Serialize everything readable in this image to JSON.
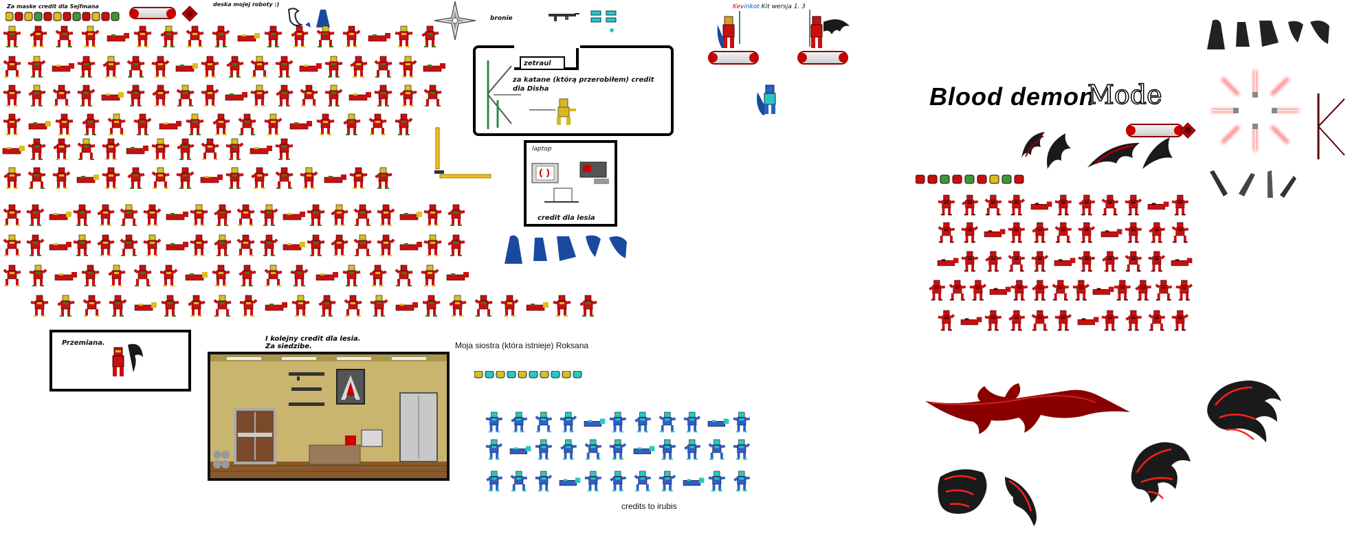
{
  "labels": {
    "mask_credit": "Za maske credit dla Sejfmana",
    "robot_board": "deska mojej roboty :)",
    "weapons": "bronie",
    "kit_name_a": "Kev",
    "kit_name_b": "inkot",
    "kit_version": "Kit wersja 1. 3",
    "zetraul": "zetraul",
    "katana_credit": "za katane (którą przerobiłem) credit dla Disha",
    "laptop": "laptop",
    "laptop_credit": "credit dla lesia",
    "transformation": "Przemiana.",
    "hq_credit_line1": "I kolejny credit dla lesia.",
    "hq_credit_line2": "Za siedzibe.",
    "sister": "Moja siostra (która istnieje) Roksana",
    "credits_irubis": "credits to irubis",
    "blood_demon": "Blood  demon",
    "mode": "Mode"
  },
  "colors": {
    "robot_red": "#c81010",
    "robot_dark": "#5a0000",
    "robot_yellow": "#d8c020",
    "robot_green": "#3a7a1a",
    "roksana_blue": "#2a60c8",
    "roksana_cyan": "#28c8c0",
    "cape_blue": "#1a4aa0",
    "laser_red": "#ff3030",
    "room_wall": "#c9b56e",
    "room_floor": "#8a5a2a"
  },
  "icons": {
    "shuriken": "shuriken-icon",
    "gun": "rifle-icon",
    "laptop": "laptop-icon",
    "assassin_logo": "assassin-creed-logo-icon"
  }
}
